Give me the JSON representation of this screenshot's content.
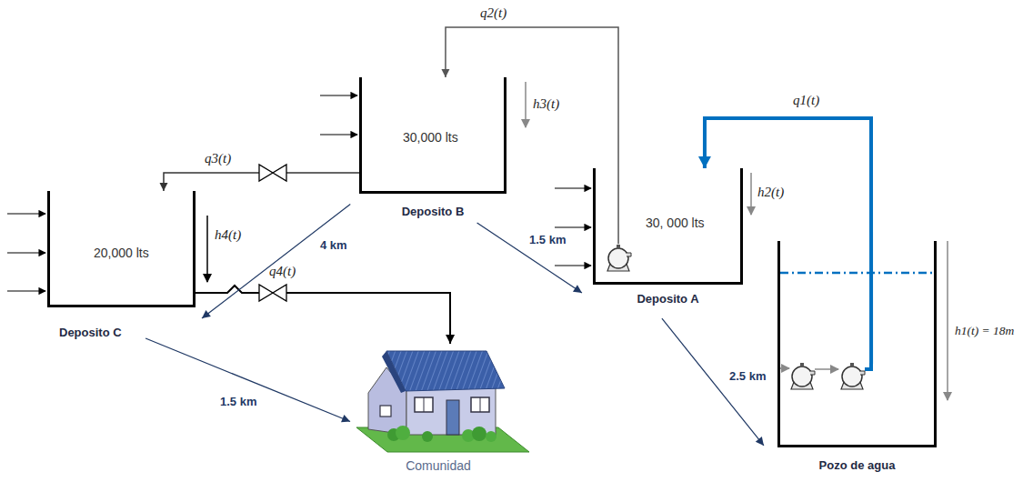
{
  "diagram": {
    "nodes": [
      {
        "text": [
          "30,000 lts",
          "Deposito B"
        ]
      },
      {
        "text": [
          "30, 000 lts",
          "Deposito A"
        ]
      },
      {
        "text": [
          "20,000 lts",
          "Deposito C"
        ]
      },
      {
        "text": [
          "Pozo de agua"
        ]
      },
      {
        "text": [
          "Comunidad"
        ]
      }
    ],
    "edges": [
      {
        "from": 3,
        "to": 1,
        "arrow": "to",
        "label": "q1(t)"
      },
      {
        "from": 1,
        "to": 0,
        "arrow": "to",
        "label": "q2(t)"
      },
      {
        "from": 0,
        "to": 2,
        "arrow": "to",
        "label": "q3(t)"
      },
      {
        "from": 2,
        "to": 4,
        "arrow": "to",
        "label": "q4(t)"
      },
      {
        "from": 0,
        "to": 2,
        "arrow": "to",
        "label": "4 km"
      },
      {
        "from": 0,
        "to": 1,
        "arrow": "to",
        "label": "1.5 km"
      },
      {
        "from": 1,
        "to": 3,
        "arrow": "to",
        "label": "2.5 km"
      },
      {
        "from": 2,
        "to": 4,
        "arrow": "to",
        "label": "1.5 km"
      }
    ],
    "labels": [
      "h3(t)",
      "h2(t)",
      "h4(t)",
      "h1(t) = 18m"
    ]
  }
}
